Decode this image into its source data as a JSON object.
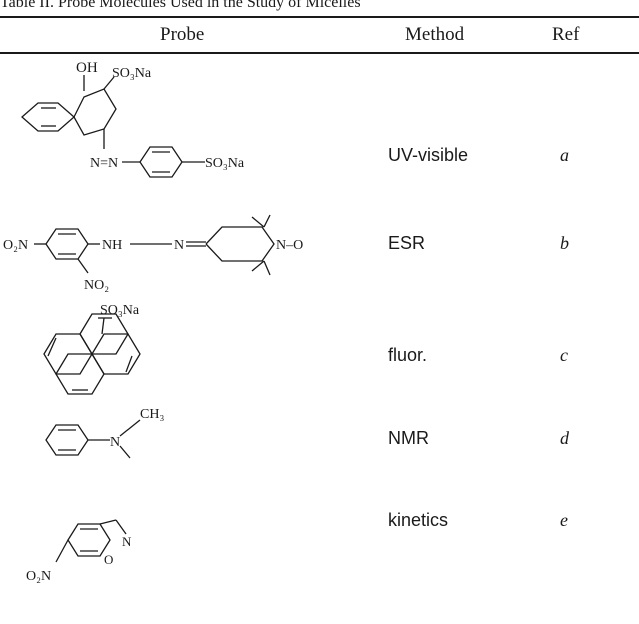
{
  "table": {
    "caption": "Table II. Probe Molecules Used in the Study of Micelles",
    "headers": {
      "probe": "Probe",
      "method": "Method",
      "ref": "Ref"
    },
    "rows": [
      {
        "method": "UV-visible",
        "ref": "a",
        "labels": {
          "oh": "OH",
          "so3na_top": "SO₃Na",
          "azo": "N=N",
          "so3na_right": "SO₃Na"
        }
      },
      {
        "method": "ESR",
        "ref": "b",
        "labels": {
          "o2n": "O₂N",
          "nh": "NH",
          "n_eq": "N",
          "no2": "NO₂",
          "nitroxide": "N–O"
        }
      },
      {
        "method": "fluor.",
        "ref": "c",
        "labels": {
          "so3na": "SO₃Na"
        }
      },
      {
        "method": "NMR",
        "ref": "d",
        "labels": {
          "n": "N",
          "ch3": "CH₃"
        }
      },
      {
        "method": "kinetics",
        "ref": "e",
        "labels": {
          "o2n": "O₂N",
          "o": "O",
          "n": "N"
        }
      }
    ]
  }
}
